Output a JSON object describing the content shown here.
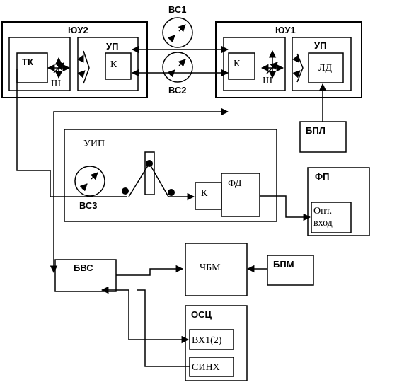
{
  "blocks": {
    "you2": "ЮУ2",
    "you1": "ЮУ1",
    "up_left": "УП",
    "up_right": "УП",
    "tk": "ТК",
    "k_up2": "К",
    "sh_left": "Ш",
    "k_you1": "К",
    "sh_right": "Ш",
    "ld": "ЛД",
    "vs1": "ВС1",
    "vs2": "ВС2",
    "bpl": "БПЛ",
    "uip": "УИП",
    "vs3": "ВС3",
    "k_uip": "К",
    "fd": "ФД",
    "fp": "ФП",
    "fp_input": "Опт.\nвход",
    "bvs": "БВС",
    "chbm": "ЧБМ",
    "bpm": "БПМ",
    "osc": "ОСЦ",
    "vx": "ВХ1(2)",
    "sinx": "СИНХ"
  }
}
